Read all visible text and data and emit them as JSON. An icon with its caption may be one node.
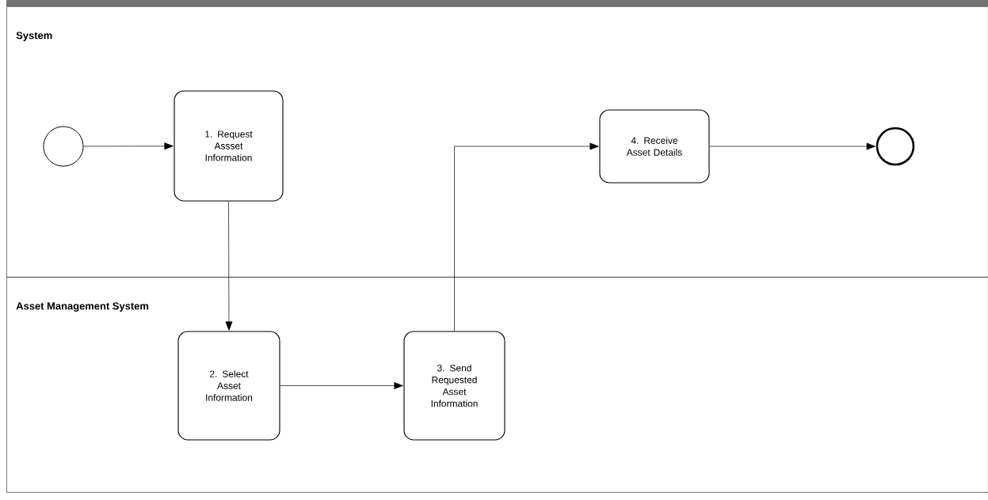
{
  "diagram": {
    "nodes": [
      {
        "text": [
          "System"
        ]
      },
      {
        "text": [
          "Asset Management System"
        ]
      },
      {
        "text": [],
        "shape": "circle",
        "in": 0
      },
      {
        "text": [
          "1. Request Assset Information"
        ],
        "in": 0
      },
      {
        "text": [
          "4. Receive Asset Details"
        ],
        "in": 0
      },
      {
        "text": [],
        "shape": "circle",
        "in": 0
      },
      {
        "text": [
          "2. Select Asset Information"
        ],
        "in": 1
      },
      {
        "text": [
          "3. Send Requested Asset Information"
        ],
        "in": 1
      }
    ],
    "edges": [
      {
        "from": 2,
        "to": 3,
        "arrow": "to"
      },
      {
        "from": 3,
        "to": 6,
        "arrow": "to"
      },
      {
        "from": 6,
        "to": 7,
        "arrow": "to"
      },
      {
        "from": 7,
        "to": 4,
        "arrow": "to"
      },
      {
        "from": 4,
        "to": 5,
        "arrow": "to"
      }
    ]
  }
}
